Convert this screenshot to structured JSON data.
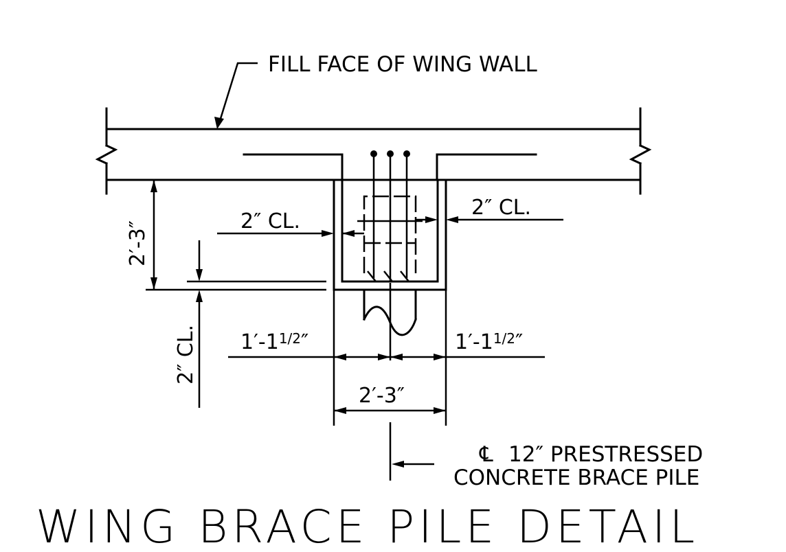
{
  "drawing": {
    "title": "WING BRACE PILE DETAIL",
    "callout_fill_face": "FILL FACE OF WING WALL",
    "clear_left": "2″ CL.",
    "clear_right": "2″ CL.",
    "clear_bottom": "2″ CL.",
    "height_dim": "2′-3″",
    "width_dim": "2′-3″",
    "half_left_whole": "1′-1",
    "half_left_frac": "1/2",
    "half_left_unit": "″",
    "half_right_whole": "1′-1",
    "half_right_frac": "1/2",
    "half_right_unit": "″",
    "pile_symbol": "℄",
    "pile_line1": "12″ PRESTRESSED",
    "pile_line2": "CONCRETE BRACE PILE"
  }
}
